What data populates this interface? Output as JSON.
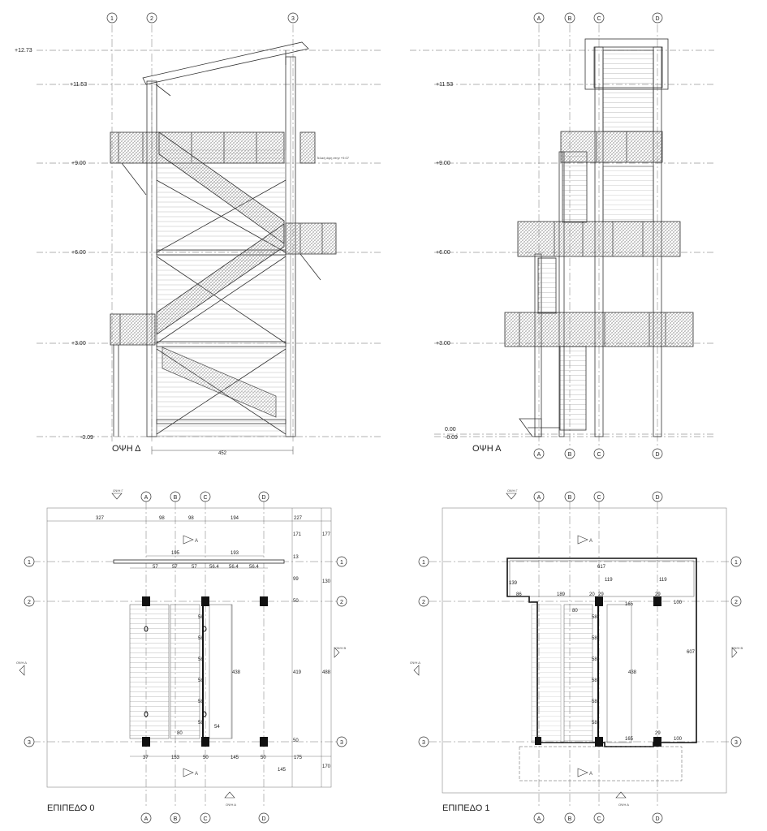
{
  "elevation_d": {
    "title": "ΟΨΗ Δ",
    "level_marks": [
      "+12.73",
      "+11.53",
      "+9.00",
      "+6.00",
      "+3.00",
      "-0.09"
    ],
    "grid_labels": [
      "1",
      "2",
      "3"
    ],
    "bottom_dimension": "452",
    "note": "Τελική όψη στην +9.07"
  },
  "elevation_a": {
    "title": "ΟΨΗ Α",
    "level_marks": [
      "+11.53",
      "+9.00",
      "+6.00",
      "+3.00",
      "0.00",
      "-0.09"
    ],
    "grid_labels": [
      "A",
      "B",
      "C",
      "D"
    ]
  },
  "plan_0": {
    "title": "ΕΠΙΠΕΔΟ 0",
    "col_labels": [
      "A",
      "B",
      "C",
      "D"
    ],
    "row_labels": [
      "1",
      "2",
      "3"
    ],
    "dims_top": [
      "327",
      "98",
      "98",
      "194",
      "227"
    ],
    "dims_second": [
      "195",
      "193"
    ],
    "dims_third": [
      "57",
      "57",
      "57",
      "56.4",
      "56.4",
      "56.4"
    ],
    "dims_right": [
      "171",
      "13",
      "99",
      "50",
      "419",
      "50",
      "177",
      "130",
      "488"
    ],
    "dims_inner": [
      "58",
      "58",
      "58",
      "58",
      "58",
      "58",
      "438",
      "54",
      "80"
    ],
    "dims_bottom": [
      "37",
      "153",
      "50",
      "145",
      "50",
      "175",
      "145",
      "170"
    ],
    "section_tags": [
      "ΟΨΗ Γ",
      "ΟΨΗ Β",
      "ΟΨΗ Α",
      "ΟΨΗ Δ"
    ],
    "arrow_tags": [
      "Α",
      "Α"
    ]
  },
  "plan_1": {
    "title": "ΕΠΙΠΕΔΟ 1",
    "col_labels": [
      "A",
      "B",
      "C",
      "D"
    ],
    "row_labels": [
      "1",
      "2",
      "3"
    ],
    "dims": [
      "617",
      "139",
      "86",
      "189",
      "119",
      "119",
      "20",
      "29",
      "80",
      "165",
      "29",
      "100",
      "607",
      "438",
      "58",
      "58",
      "58",
      "58",
      "58",
      "58",
      "165",
      "29",
      "100"
    ],
    "section_tags": [
      "ΟΨΗ Γ",
      "ΟΨΗ Β",
      "ΟΨΗ Α",
      "ΟΨΗ Δ"
    ],
    "arrow_tags": [
      "Α",
      "Α"
    ]
  }
}
